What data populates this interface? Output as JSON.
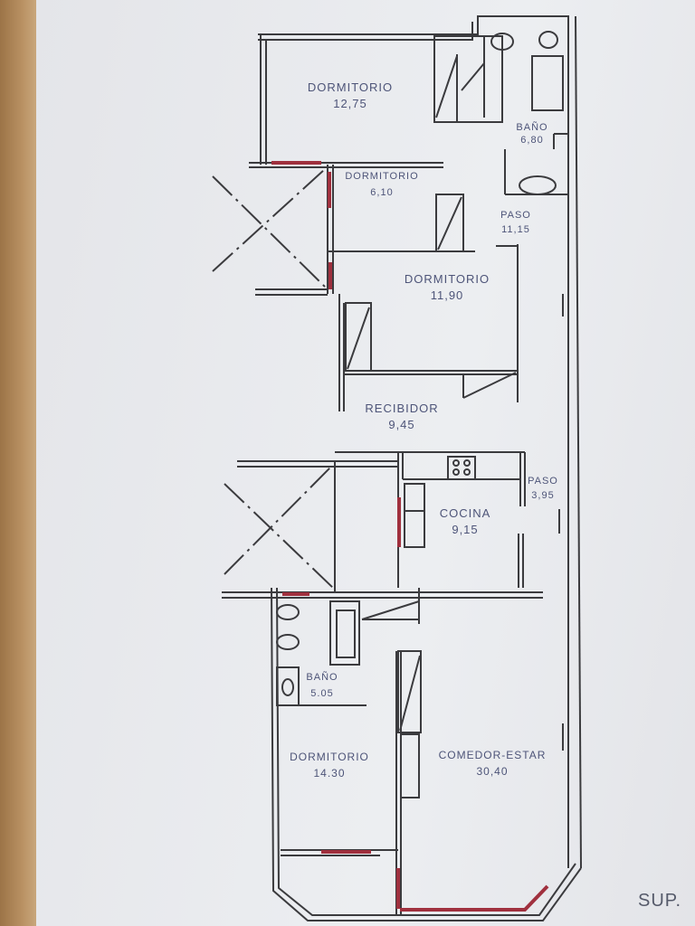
{
  "plan": {
    "rooms": [
      {
        "name": "DORMITORIO",
        "area": "12,75"
      },
      {
        "name": "BAÑO",
        "area": "6,80"
      },
      {
        "name": "DORMITORIO",
        "area": "6,10"
      },
      {
        "name": "PASO",
        "area": "11,15"
      },
      {
        "name": "DORMITORIO",
        "area": "11,90"
      },
      {
        "name": "RECIBIDOR",
        "area": "9,45"
      },
      {
        "name": "PASO",
        "area": "3,95"
      },
      {
        "name": "COCINA",
        "area": "9,15"
      },
      {
        "name": "BAÑO",
        "area": "5.05"
      },
      {
        "name": "DORMITORIO",
        "area": "14.30"
      },
      {
        "name": "COMEDOR-ESTAR",
        "area": "30,40"
      }
    ],
    "corner_note": "SUP.",
    "colors": {
      "wall": "#3b3b3e",
      "highlight": "#a0303e",
      "text": "#4d5478"
    }
  }
}
